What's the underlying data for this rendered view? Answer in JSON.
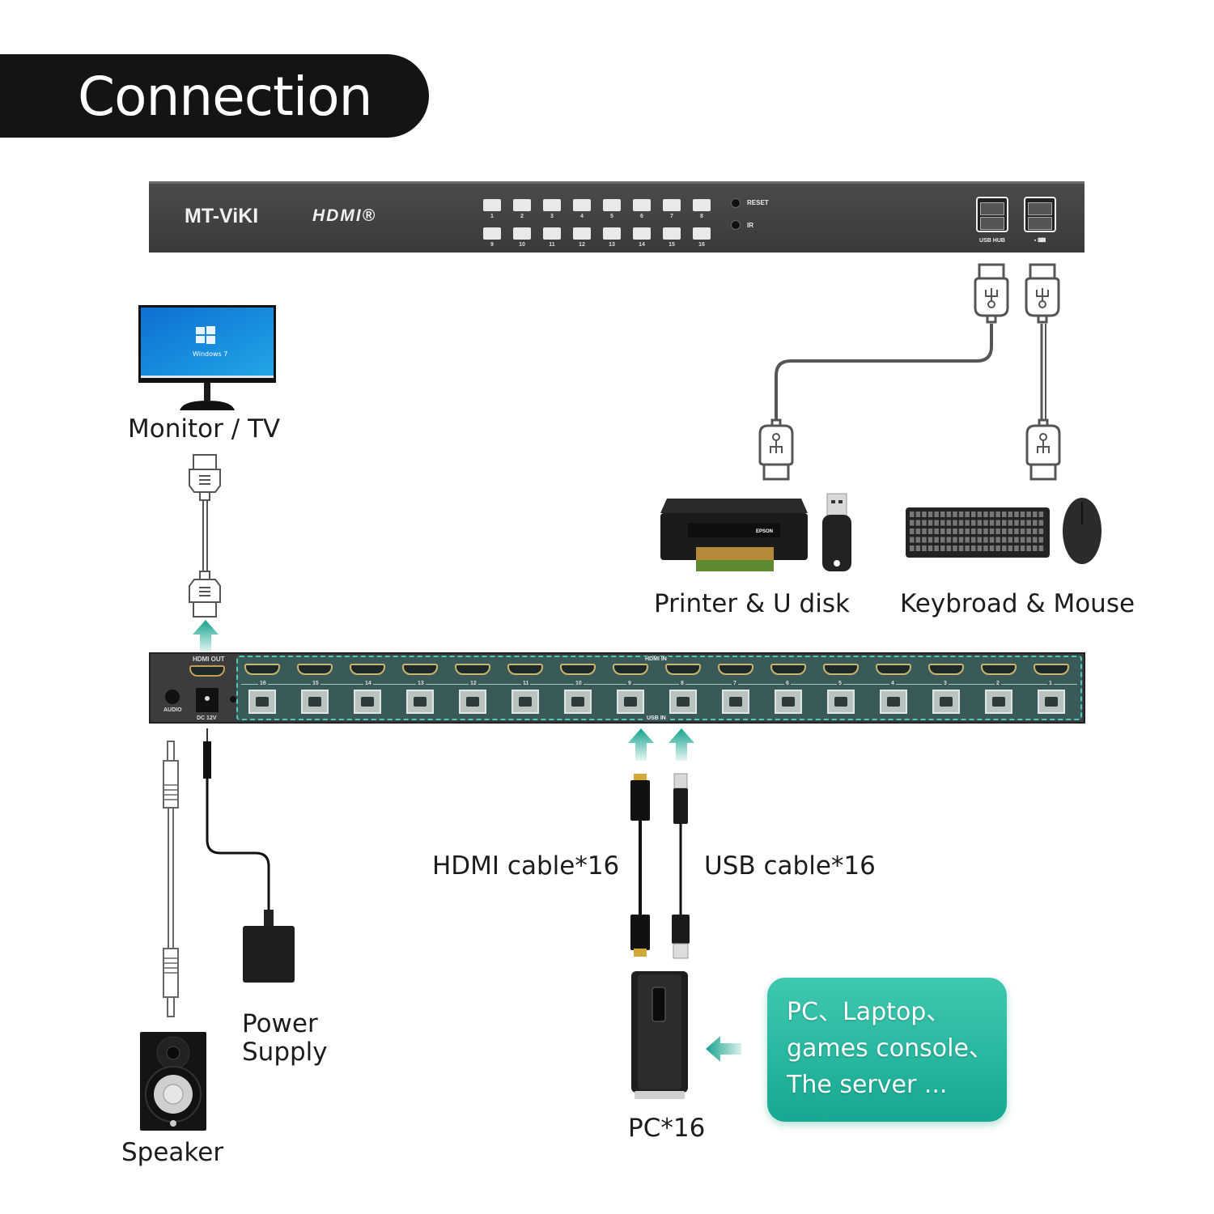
{
  "title": "Connection",
  "front_panel": {
    "brand": "MT-ViKI",
    "hdmi_logo": "HDMI®",
    "buttons_row1": [
      "1",
      "2",
      "3",
      "4",
      "5",
      "6",
      "7",
      "8"
    ],
    "buttons_row2": [
      "9",
      "10",
      "11",
      "12",
      "13",
      "14",
      "15",
      "16"
    ],
    "reset_label": "RESET",
    "ir_label": "IR",
    "usb_hub_label": "USB HUB",
    "kbm_label": "▪ ⌨"
  },
  "rear_panel": {
    "hdmi_out_label": "HDMI OUT",
    "audio_label": "AUDIO",
    "dc_label": "DC 12V",
    "hdmi_in_label": "HDMI IN",
    "usb_in_label": "USB IN",
    "port_numbers": [
      "16",
      "15",
      "14",
      "13",
      "12",
      "11",
      "10",
      "9",
      "8",
      "7",
      "6",
      "5",
      "4",
      "3",
      "2",
      "1"
    ]
  },
  "devices": {
    "monitor": "Monitor / TV",
    "monitor_screen_text": "Windows 7",
    "printer": "Printer & U disk",
    "printer_brand": "EPSON",
    "keyboard": "Keybroad & Mouse",
    "hdmi_cable": "HDMI cable*16",
    "usb_cable": "USB cable*16",
    "power": [
      "Power",
      "Supply"
    ],
    "speaker": "Speaker",
    "pc": "PC*16"
  },
  "callout": {
    "lines": [
      "PC、Laptop、",
      "games console、",
      "The server ..."
    ]
  },
  "colors": {
    "accent_teal": "#1fae98",
    "panel_dark": "#3b3c3e",
    "banner": "#141414"
  }
}
